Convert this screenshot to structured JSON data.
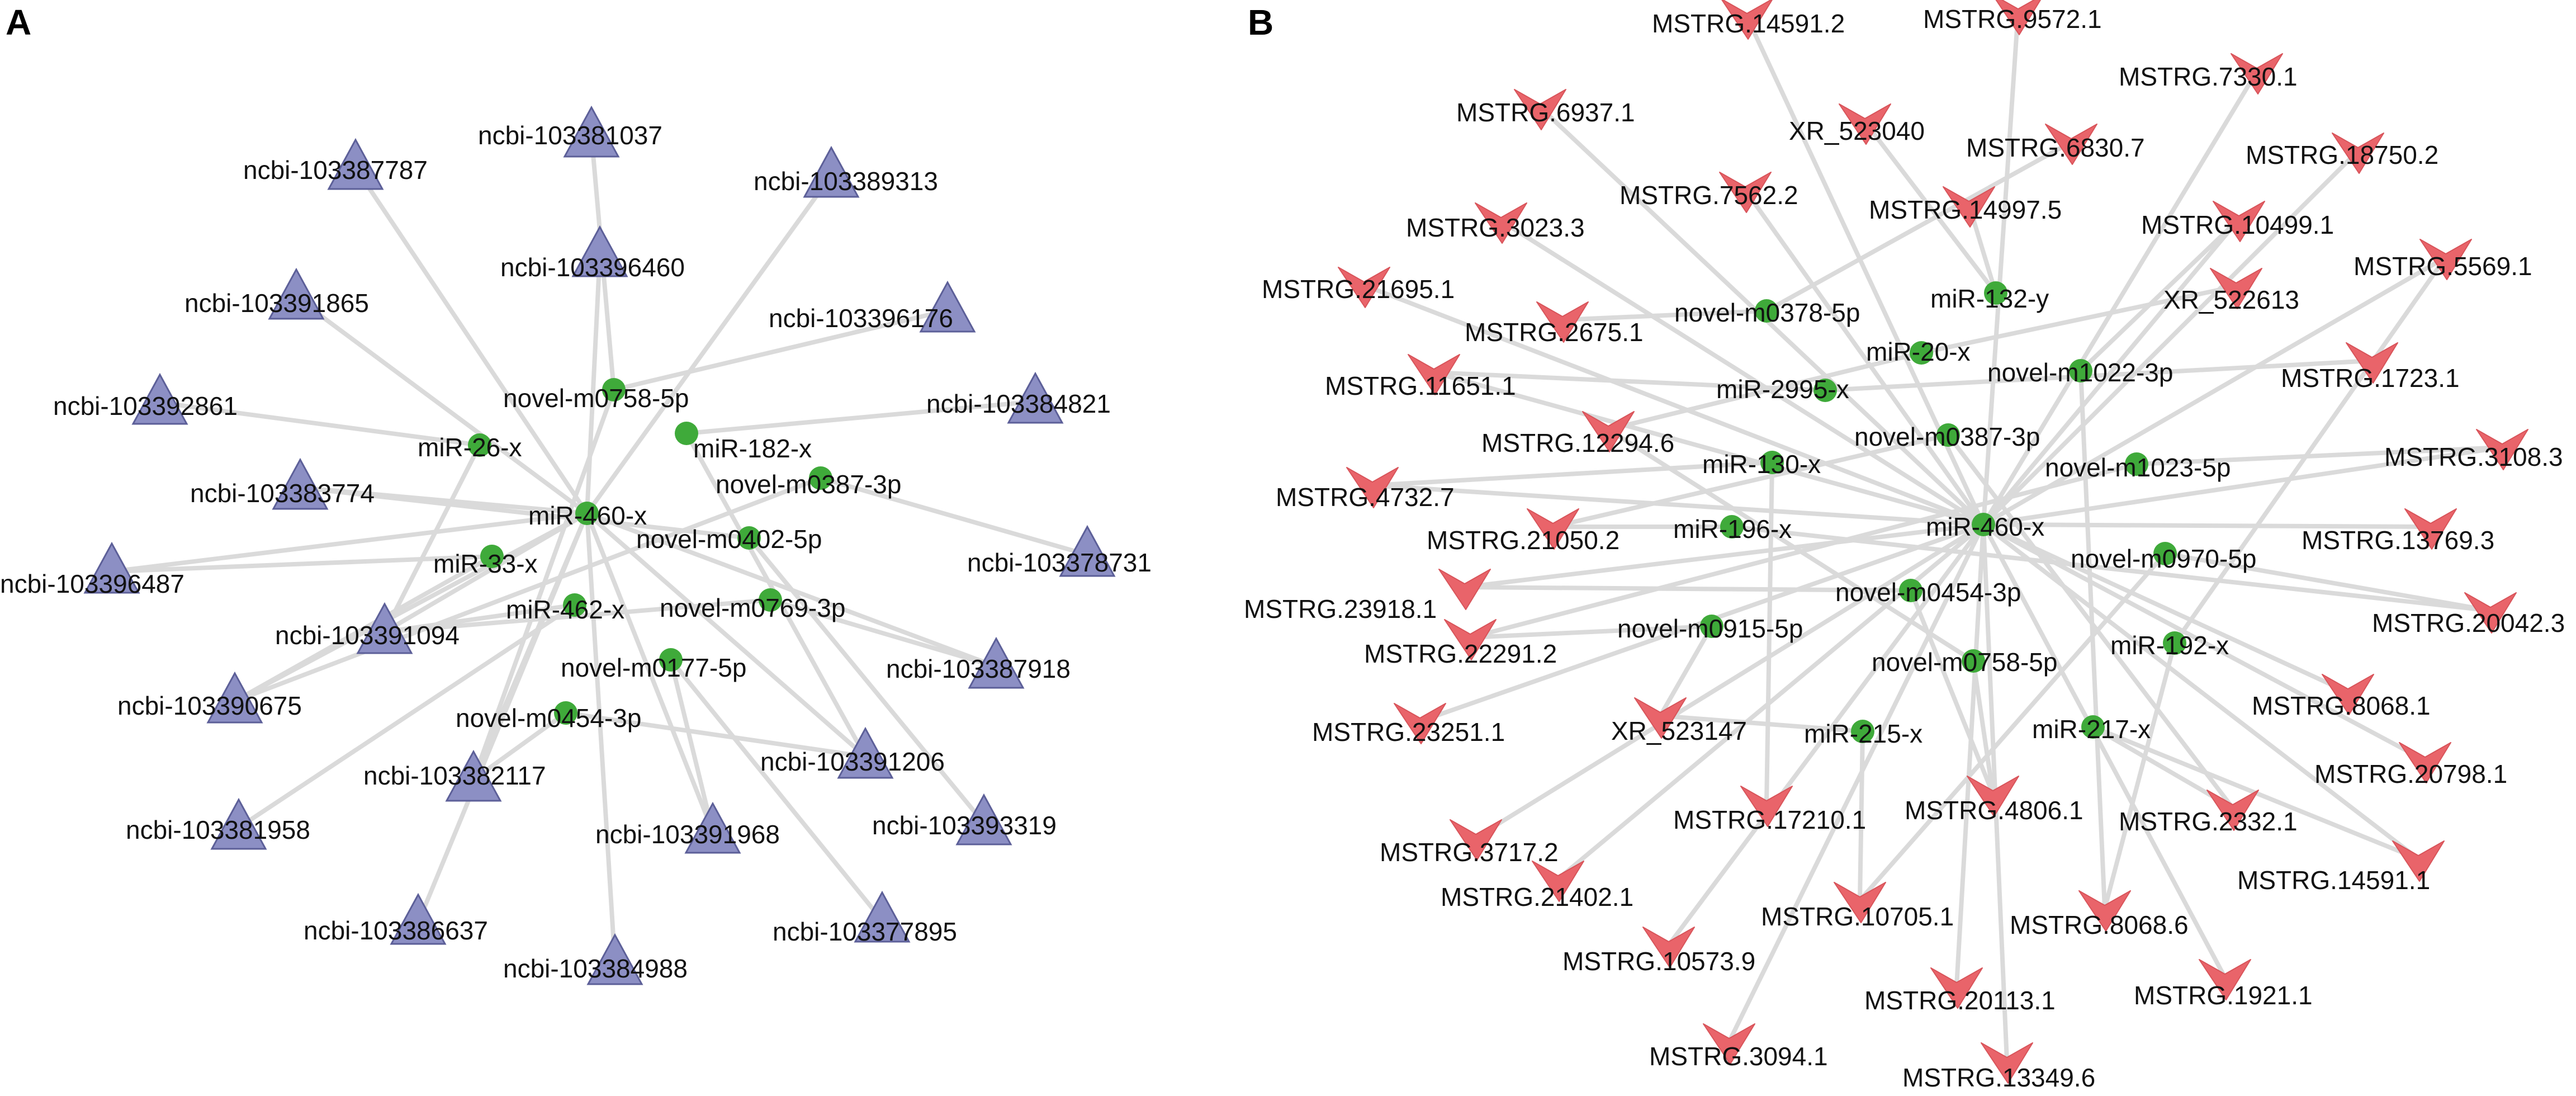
{
  "colors": {
    "edge": "#dadada",
    "mirna_node": "#3faa3a",
    "target_triangle": "#8c8fc4",
    "target_triangle_outline": "#5c5f98",
    "target_chevron": "#e9646a",
    "label": "#111111"
  },
  "icons": {
    "mirna": "circle",
    "panel_a_target": "triangle",
    "panel_b_target": "chevron-down-icon"
  },
  "panels": [
    {
      "id": "A",
      "label": "A",
      "mirnas": [
        "miR-460-x",
        "miR-26-x",
        "miR-33-x",
        "miR-462-x",
        "miR-182-x",
        "novel-m0758-5p",
        "novel-m0387-3p",
        "novel-m0402-5p",
        "novel-m0769-3p",
        "novel-m0177-5p",
        "novel-m0454-3p"
      ],
      "targets": [
        "ncbi-103381037",
        "ncbi-103387787",
        "ncbi-103389313",
        "ncbi-103396460",
        "ncbi-103391865",
        "ncbi-103396176",
        "ncbi-103392861",
        "ncbi-103384821",
        "ncbi-103383774",
        "ncbi-103396487",
        "ncbi-103378731",
        "ncbi-103391094",
        "ncbi-103387918",
        "ncbi-103390675",
        "ncbi-103382117",
        "ncbi-103391206",
        "ncbi-103381958",
        "ncbi-103391968",
        "ncbi-103393319",
        "ncbi-103386637",
        "ncbi-103377895",
        "ncbi-103384988"
      ],
      "edges": [
        [
          "miR-460-x",
          "ncbi-103391865"
        ],
        [
          "miR-460-x",
          "ncbi-103396460"
        ],
        [
          "miR-460-x",
          "ncbi-103387787"
        ],
        [
          "miR-460-x",
          "ncbi-103383774"
        ],
        [
          "miR-460-x",
          "ncbi-103396487"
        ],
        [
          "miR-460-x",
          "ncbi-103391094"
        ],
        [
          "miR-460-x",
          "ncbi-103390675"
        ],
        [
          "miR-460-x",
          "ncbi-103382117"
        ],
        [
          "miR-460-x",
          "ncbi-103386637"
        ],
        [
          "miR-460-x",
          "ncbi-103384988"
        ],
        [
          "miR-460-x",
          "ncbi-103391206"
        ],
        [
          "miR-460-x",
          "ncbi-103387918"
        ],
        [
          "miR-460-x",
          "ncbi-103391968"
        ],
        [
          "miR-460-x",
          "ncbi-103389313"
        ],
        [
          "miR-26-x",
          "ncbi-103392861"
        ],
        [
          "miR-26-x",
          "ncbi-103391094"
        ],
        [
          "miR-33-x",
          "ncbi-103396487"
        ],
        [
          "miR-33-x",
          "ncbi-103390675"
        ],
        [
          "miR-462-x",
          "ncbi-103381958"
        ],
        [
          "miR-462-x",
          "ncbi-103391094"
        ],
        [
          "miR-182-x",
          "ncbi-103384821"
        ],
        [
          "miR-182-x",
          "ncbi-103391206"
        ],
        [
          "novel-m0758-5p",
          "ncbi-103396176"
        ],
        [
          "novel-m0758-5p",
          "ncbi-103381037"
        ],
        [
          "novel-m0758-5p",
          "ncbi-103382117"
        ],
        [
          "novel-m0387-3p",
          "ncbi-103378731"
        ],
        [
          "novel-m0387-3p",
          "ncbi-103390675"
        ],
        [
          "novel-m0402-5p",
          "ncbi-103383774"
        ],
        [
          "novel-m0402-5p",
          "ncbi-103393319"
        ],
        [
          "novel-m0769-3p",
          "ncbi-103387918"
        ],
        [
          "novel-m0769-3p",
          "ncbi-103391094"
        ],
        [
          "novel-m0177-5p",
          "ncbi-103377895"
        ],
        [
          "novel-m0177-5p",
          "ncbi-103391968"
        ],
        [
          "novel-m0454-3p",
          "ncbi-103382117"
        ],
        [
          "novel-m0454-3p",
          "ncbi-103391206"
        ]
      ]
    },
    {
      "id": "B",
      "label": "B",
      "mirnas": [
        "miR-132-y",
        "novel-m0378-5p",
        "miR-20-x",
        "novel-m1022-3p",
        "miR-2995-x",
        "novel-m0387-3p",
        "miR-130-x",
        "novel-m1023-5p",
        "miR-196-x",
        "miR-460-x",
        "novel-m0970-5p",
        "novel-m0454-3p",
        "novel-m0915-5p",
        "miR-192-x",
        "novel-m0758-5p",
        "miR-215-x",
        "miR-217-x"
      ],
      "targets": [
        "MSTRG.14591.2",
        "MSTRG.9572.1",
        "MSTRG.7330.1",
        "MSTRG.6937.1",
        "XR_523040",
        "MSTRG.6830.7",
        "MSTRG.18750.2",
        "MSTRG.7562.2",
        "MSTRG.14997.5",
        "MSTRG.3023.3",
        "MSTRG.10499.1",
        "MSTRG.5569.1",
        "MSTRG.21695.1",
        "XR_522613",
        "MSTRG.2675.1",
        "MSTRG.11651.1",
        "MSTRG.1723.1",
        "MSTRG.12294.6",
        "MSTRG.3108.3",
        "MSTRG.4732.7",
        "MSTRG.21050.2",
        "MSTRG.13769.3",
        "MSTRG.23918.1",
        "MSTRG.20042.3",
        "MSTRG.22291.2",
        "MSTRG.8068.1",
        "MSTRG.23251.1",
        "XR_523147",
        "MSTRG.20798.1",
        "MSTRG.17210.1",
        "MSTRG.4806.1",
        "MSTRG.2332.1",
        "MSTRG.3717.2",
        "MSTRG.14591.1",
        "MSTRG.21402.1",
        "MSTRG.10705.1",
        "MSTRG.8068.6",
        "MSTRG.10573.9",
        "MSTRG.20113.1",
        "MSTRG.1921.1",
        "MSTRG.3094.1",
        "MSTRG.13349.6"
      ],
      "edges": [
        [
          "miR-460-x",
          "MSTRG.14591.2"
        ],
        [
          "miR-460-x",
          "MSTRG.9572.1"
        ],
        [
          "miR-460-x",
          "MSTRG.6937.1"
        ],
        [
          "miR-460-x",
          "MSTRG.7562.2"
        ],
        [
          "miR-460-x",
          "MSTRG.3023.3"
        ],
        [
          "miR-460-x",
          "MSTRG.21695.1"
        ],
        [
          "miR-460-x",
          "MSTRG.11651.1"
        ],
        [
          "miR-460-x",
          "MSTRG.4732.7"
        ],
        [
          "miR-460-x",
          "MSTRG.23918.1"
        ],
        [
          "miR-460-x",
          "MSTRG.23251.1"
        ],
        [
          "miR-460-x",
          "MSTRG.3717.2"
        ],
        [
          "miR-460-x",
          "MSTRG.21402.1"
        ],
        [
          "miR-460-x",
          "MSTRG.10573.9"
        ],
        [
          "miR-460-x",
          "MSTRG.3094.1"
        ],
        [
          "miR-460-x",
          "MSTRG.20113.1"
        ],
        [
          "miR-460-x",
          "MSTRG.13349.6"
        ],
        [
          "miR-460-x",
          "MSTRG.1921.1"
        ],
        [
          "miR-460-x",
          "MSTRG.14591.1"
        ],
        [
          "miR-460-x",
          "MSTRG.20798.1"
        ],
        [
          "miR-460-x",
          "MSTRG.8068.1"
        ],
        [
          "miR-460-x",
          "MSTRG.13769.3"
        ],
        [
          "miR-460-x",
          "MSTRG.3108.3"
        ],
        [
          "miR-460-x",
          "MSTRG.5569.1"
        ],
        [
          "miR-460-x",
          "MSTRG.7330.1"
        ],
        [
          "miR-460-x",
          "MSTRG.10499.1"
        ],
        [
          "miR-460-x",
          "MSTRG.18750.2"
        ],
        [
          "miR-132-y",
          "XR_523040"
        ],
        [
          "miR-132-y",
          "MSTRG.14997.5"
        ],
        [
          "novel-m0378-5p",
          "MSTRG.2675.1"
        ],
        [
          "novel-m0378-5p",
          "MSTRG.6830.7"
        ],
        [
          "miR-20-x",
          "MSTRG.12294.6"
        ],
        [
          "miR-20-x",
          "XR_522613"
        ],
        [
          "novel-m1022-3p",
          "MSTRG.10499.1"
        ],
        [
          "novel-m1022-3p",
          "MSTRG.8068.6"
        ],
        [
          "miR-2995-x",
          "MSTRG.11651.1"
        ],
        [
          "miR-2995-x",
          "MSTRG.1723.1"
        ],
        [
          "novel-m0387-3p",
          "MSTRG.21050.2"
        ],
        [
          "novel-m0387-3p",
          "MSTRG.2332.1"
        ],
        [
          "miR-130-x",
          "MSTRG.4732.7"
        ],
        [
          "miR-130-x",
          "MSTRG.17210.1"
        ],
        [
          "novel-m1023-5p",
          "MSTRG.3108.3"
        ],
        [
          "novel-m1023-5p",
          "MSTRG.22291.2"
        ],
        [
          "miR-196-x",
          "MSTRG.21050.2"
        ],
        [
          "miR-196-x",
          "MSTRG.20042.3"
        ],
        [
          "novel-m0970-5p",
          "MSTRG.20042.3"
        ],
        [
          "novel-m0970-5p",
          "MSTRG.10705.1"
        ],
        [
          "novel-m0454-3p",
          "MSTRG.23918.1"
        ],
        [
          "novel-m0454-3p",
          "MSTRG.4806.1"
        ],
        [
          "novel-m0915-5p",
          "MSTRG.22291.2"
        ],
        [
          "novel-m0915-5p",
          "XR_523147"
        ],
        [
          "miR-192-x",
          "MSTRG.8068.6"
        ],
        [
          "miR-192-x",
          "MSTRG.5569.1"
        ],
        [
          "novel-m0758-5p",
          "MSTRG.4806.1"
        ],
        [
          "novel-m0758-5p",
          "MSTRG.12294.6"
        ],
        [
          "miR-215-x",
          "XR_523147"
        ],
        [
          "miR-215-x",
          "MSTRG.10705.1"
        ],
        [
          "miR-217-x",
          "MSTRG.2332.1"
        ],
        [
          "miR-217-x",
          "MSTRG.14591.1"
        ]
      ]
    }
  ]
}
